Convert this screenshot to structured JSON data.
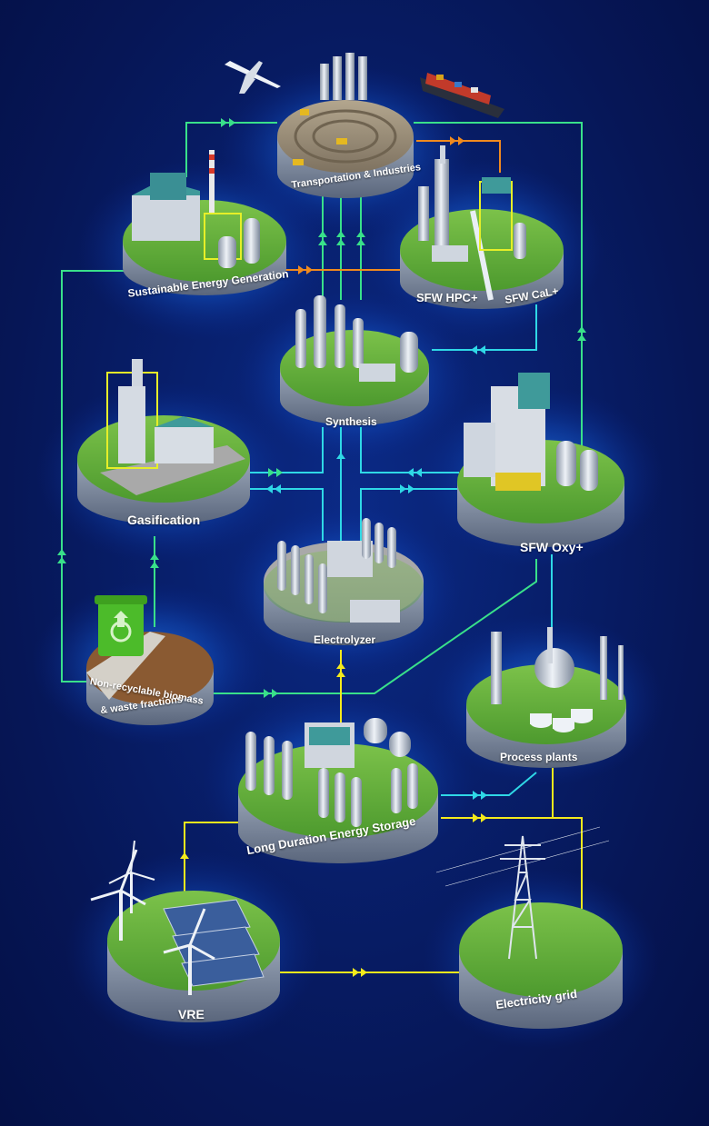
{
  "nodes": {
    "transport": "Transportation & Industries",
    "energy_gen": "Sustainable Energy Generation",
    "hpc": "SFW HPC+",
    "cal": "SFW CaL+",
    "synthesis": "Synthesis",
    "gasification": "Gasification",
    "oxy": "SFW Oxy+",
    "electrolyzer": "Electrolyzer",
    "biomass_line1": "Non-recyclable biomass",
    "biomass_line2": "& waste fractions",
    "process": "Process plants",
    "ldes": "Long Duration Energy Storage",
    "vre": "VRE",
    "grid": "Electricity grid"
  },
  "colors": {
    "background": "#061656",
    "flow_green": "#39e08a",
    "flow_cyan": "#2fd8e6",
    "flow_orange": "#f08a1e",
    "flow_yellow": "#f4ea1c",
    "label_band": "#1a4fc4",
    "grass": "#5fae3a"
  },
  "icons": [
    "airplane-icon",
    "ship-icon",
    "recycle-bin-icon",
    "wind-turbine-icon",
    "solar-panel-icon",
    "pylon-icon",
    "plant-icon"
  ]
}
